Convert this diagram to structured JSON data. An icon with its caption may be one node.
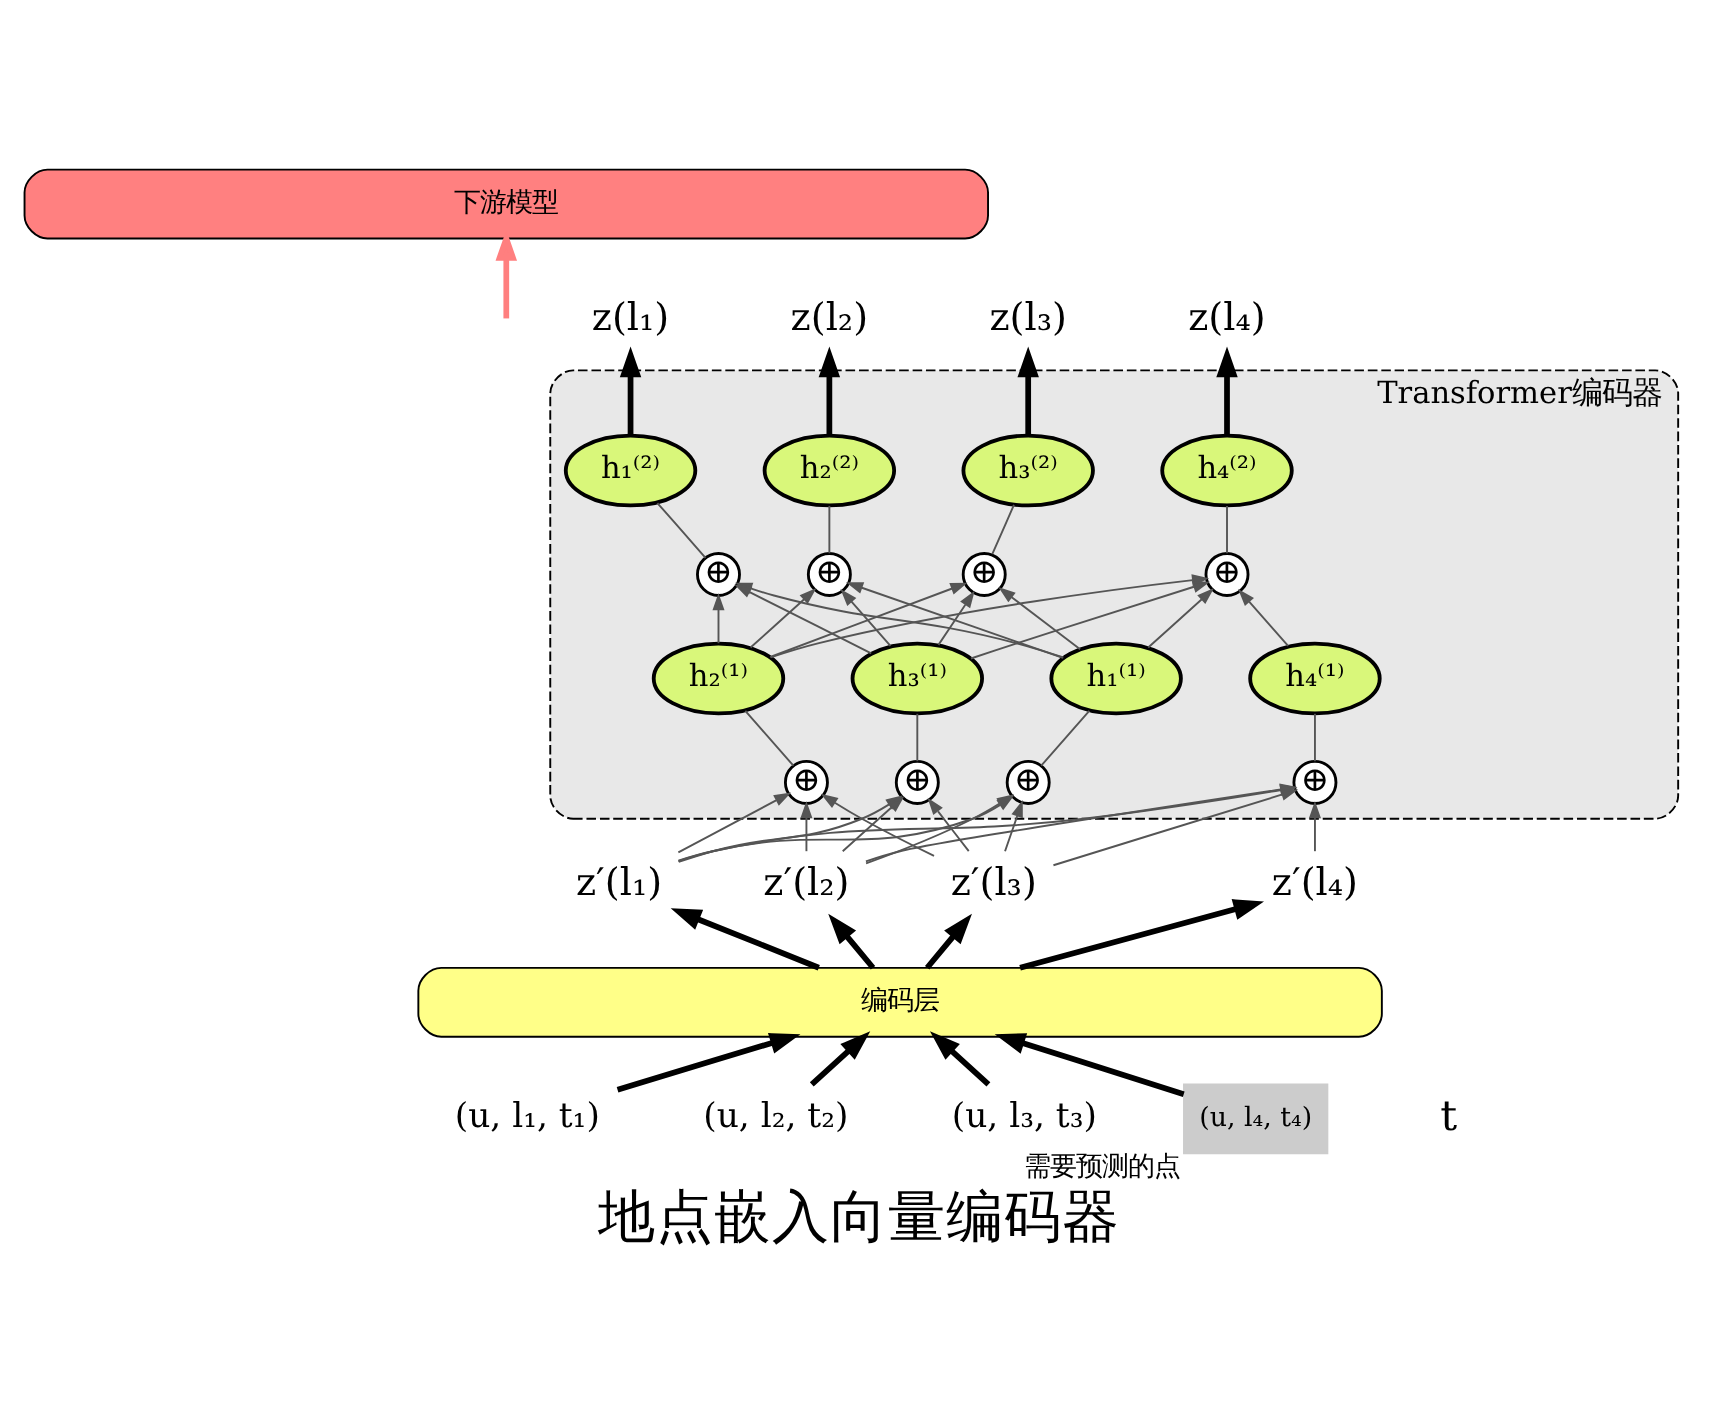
{
  "diagram": {
    "caption": "地点嵌入向量编码器",
    "nodes": [
      {
        "text": [
          "下游模型"
        ]
      },
      {
        "text": [
          "z(l₁)"
        ]
      },
      {
        "text": [
          "z(l₂)"
        ]
      },
      {
        "text": [
          "z(l₃)"
        ]
      },
      {
        "text": [
          "z(l₄)"
        ]
      },
      {
        "text": [
          "Transformer编码器"
        ]
      },
      {
        "text": [
          "h₁⁽²⁾"
        ],
        "in": 5
      },
      {
        "text": [
          "h₂⁽²⁾"
        ],
        "in": 5
      },
      {
        "text": [
          "h₃⁽²⁾"
        ],
        "in": 5
      },
      {
        "text": [
          "h₄⁽²⁾"
        ],
        "in": 5
      },
      {
        "text": [
          "⊕"
        ],
        "in": 5
      },
      {
        "text": [
          "⊕"
        ],
        "in": 5
      },
      {
        "text": [
          "⊕"
        ],
        "in": 5
      },
      {
        "text": [
          "⊕"
        ],
        "in": 5
      },
      {
        "text": [
          "h₁⁽¹⁾"
        ],
        "in": 5
      },
      {
        "text": [
          "h₂⁽¹⁾"
        ],
        "in": 5
      },
      {
        "text": [
          "h₃⁽¹⁾"
        ],
        "in": 5
      },
      {
        "text": [
          "h₄⁽¹⁾"
        ],
        "in": 5
      },
      {
        "text": [
          "⊕"
        ],
        "in": 5
      },
      {
        "text": [
          "⊕"
        ],
        "in": 5
      },
      {
        "text": [
          "⊕"
        ],
        "in": 5
      },
      {
        "text": [
          "⊕"
        ],
        "in": 5
      },
      {
        "text": [
          "z′(l₁)"
        ]
      },
      {
        "text": [
          "z′(l₂)"
        ]
      },
      {
        "text": [
          "z′(l₃)"
        ]
      },
      {
        "text": [
          "z′(l₄)"
        ]
      },
      {
        "text": [
          "编码层"
        ]
      },
      {
        "text": [
          "(u, l₁, t₁)"
        ]
      },
      {
        "text": [
          "(u, l₂, t₂)"
        ]
      },
      {
        "text": [
          "(u, l₃, t₃)"
        ]
      },
      {
        "text": [
          "(u, l₄, t₄)"
        ],
        "beside": [
          "需要预测的点"
        ]
      }
    ],
    "edges": [
      {
        "from": null,
        "to": 0,
        "arrow": "to",
        "style": "thick",
        "color": "#ff7f7f"
      },
      {
        "from": 6,
        "to": 1,
        "arrow": "to",
        "style": "thick",
        "color": "#000000"
      },
      {
        "from": 7,
        "to": 2,
        "arrow": "to",
        "style": "thick",
        "color": "#000000"
      },
      {
        "from": 8,
        "to": 3,
        "arrow": "to",
        "style": "thick",
        "color": "#000000"
      },
      {
        "from": 9,
        "to": 4,
        "arrow": "to",
        "style": "thick",
        "color": "#000000"
      },
      {
        "from": 10,
        "to": 6,
        "arrow": "none"
      },
      {
        "from": 11,
        "to": 7,
        "arrow": "none"
      },
      {
        "from": 12,
        "to": 8,
        "arrow": "none"
      },
      {
        "from": 13,
        "to": 9,
        "arrow": "none"
      },
      {
        "from": 14,
        "to": 10,
        "arrow": "to"
      },
      {
        "from": 14,
        "to": 11,
        "arrow": "to"
      },
      {
        "from": 14,
        "to": 12,
        "arrow": "to"
      },
      {
        "from": 14,
        "to": 13,
        "arrow": "to"
      },
      {
        "from": 15,
        "to": 10,
        "arrow": "to"
      },
      {
        "from": 15,
        "to": 11,
        "arrow": "to"
      },
      {
        "from": 15,
        "to": 12,
        "arrow": "to"
      },
      {
        "from": 15,
        "to": 13,
        "arrow": "to"
      },
      {
        "from": 16,
        "to": 10,
        "arrow": "to"
      },
      {
        "from": 16,
        "to": 11,
        "arrow": "to"
      },
      {
        "from": 16,
        "to": 12,
        "arrow": "to"
      },
      {
        "from": 16,
        "to": 13,
        "arrow": "to"
      },
      {
        "from": 17,
        "to": 13,
        "arrow": "to"
      },
      {
        "from": 18,
        "to": 14,
        "arrow": "none"
      },
      {
        "from": 19,
        "to": 15,
        "arrow": "none"
      },
      {
        "from": 20,
        "to": 16,
        "arrow": "none"
      },
      {
        "from": 21,
        "to": 17,
        "arrow": "none"
      },
      {
        "from": 22,
        "to": 18,
        "arrow": "to"
      },
      {
        "from": 22,
        "to": 19,
        "arrow": "to"
      },
      {
        "from": 22,
        "to": 20,
        "arrow": "to"
      },
      {
        "from": 22,
        "to": 21,
        "arrow": "to"
      },
      {
        "from": 23,
        "to": 18,
        "arrow": "to"
      },
      {
        "from": 23,
        "to": 19,
        "arrow": "to"
      },
      {
        "from": 23,
        "to": 20,
        "arrow": "to"
      },
      {
        "from": 23,
        "to": 21,
        "arrow": "to"
      },
      {
        "from": 24,
        "to": 18,
        "arrow": "to"
      },
      {
        "from": 24,
        "to": 19,
        "arrow": "to"
      },
      {
        "from": 24,
        "to": 20,
        "arrow": "to"
      },
      {
        "from": 24,
        "to": 21,
        "arrow": "to"
      },
      {
        "from": 25,
        "to": 21,
        "arrow": "to"
      },
      {
        "from": 26,
        "to": 22,
        "arrow": "to",
        "style": "thick",
        "color": "#000000"
      },
      {
        "from": 26,
        "to": 23,
        "arrow": "to",
        "style": "thick",
        "color": "#000000"
      },
      {
        "from": 26,
        "to": 24,
        "arrow": "to",
        "style": "thick",
        "color": "#000000"
      },
      {
        "from": 26,
        "to": 25,
        "arrow": "to",
        "style": "thick",
        "color": "#000000"
      },
      {
        "from": 27,
        "to": 26,
        "arrow": "to",
        "style": "thick",
        "color": "#000000"
      },
      {
        "from": 28,
        "to": 26,
        "arrow": "to",
        "style": "thick",
        "color": "#000000"
      },
      {
        "from": 29,
        "to": 26,
        "arrow": "to",
        "style": "thick",
        "color": "#000000"
      },
      {
        "from": 30,
        "to": 26,
        "arrow": "to",
        "style": "thick",
        "color": "#000000"
      }
    ],
    "labels": [
      "t"
    ]
  }
}
